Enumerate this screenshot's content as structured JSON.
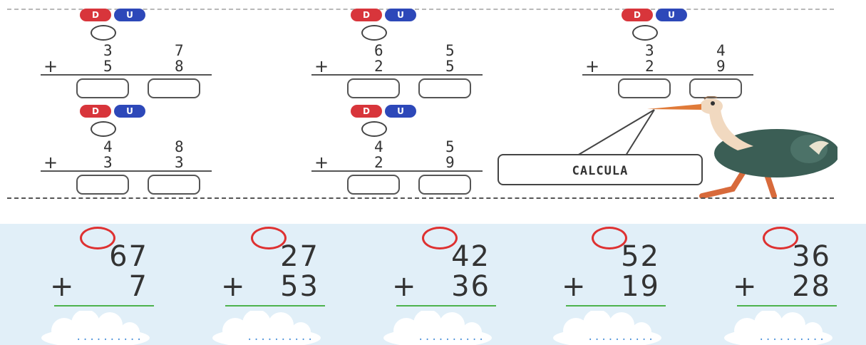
{
  "badges": {
    "tens": "D",
    "units": "U"
  },
  "top_problems": [
    {
      "a_tens": "3",
      "a_units": "7",
      "b_tens": "5",
      "b_units": "8"
    },
    {
      "a_tens": "6",
      "a_units": "5",
      "b_tens": "2",
      "b_units": "5"
    },
    {
      "a_tens": "3",
      "a_units": "4",
      "b_tens": "2",
      "b_units": "9"
    },
    {
      "a_tens": "4",
      "a_units": "8",
      "b_tens": "3",
      "b_units": "3"
    },
    {
      "a_tens": "4",
      "a_units": "5",
      "b_tens": "2",
      "b_units": "9"
    }
  ],
  "operator": "+",
  "speech_bubble": "CALCULA",
  "bottom_problems": [
    {
      "top": "67",
      "bottom": "7"
    },
    {
      "top": "27",
      "bottom": "53"
    },
    {
      "top": "42",
      "bottom": "36"
    },
    {
      "top": "52",
      "bottom": "19"
    },
    {
      "top": "36",
      "bottom": "28"
    }
  ],
  "answer_placeholder": "..........",
  "colors": {
    "tens_badge": "#d8353b",
    "units_badge": "#2d48b9",
    "carry_ring": "#de3131",
    "answer_line": "#4db24d",
    "bottom_background": "#e1eff8"
  },
  "icons": [
    "ostrich-illustration",
    "cloud-icon"
  ]
}
